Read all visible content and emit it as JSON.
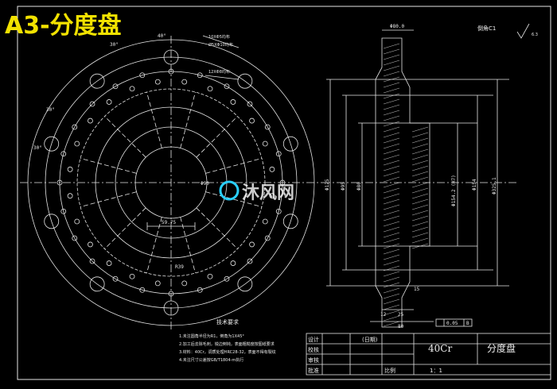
{
  "title": "A3-分度盘",
  "watermark": {
    "text": "沐风网"
  },
  "front_view": {
    "dims": {
      "top_left": "30°",
      "top_mid": "40°",
      "left_a": "30°",
      "left_b": "30°",
      "mid_center": "Φ90",
      "bottom": "59.75",
      "bottom_small": "R39"
    },
    "callouts": {
      "c1": "10XΦ5均布",
      "c2": "Ø5XΦ10均布",
      "c3": "12XΦ8均布"
    }
  },
  "section_view": {
    "chamfer": "倒角C1",
    "roughness": "6.3",
    "dims": {
      "top": "Φ80.0",
      "d1": "Φ125",
      "d2": "Φ95",
      "d3": "Φ154.2 (H7)",
      "d4": "Φ80",
      "d5": "Φ154",
      "d6": "Φ325.1",
      "bottom_total": "80",
      "b1": "12",
      "b2": "15",
      "b3": "25",
      "tol": "0.05",
      "datum": "B"
    }
  },
  "tech_req": {
    "heading": "技术要求",
    "items": [
      "1.未注圆角半径为R1，倒角为1X45°",
      "2.加工后去除毛刺，锐边倒钝，表面粗糙度按图纸要求",
      "3.材料：40Cr，调质处理HRC28-32，表面不得有裂纹",
      "4.未注尺寸公差按GB/T1804-m执行"
    ]
  },
  "title_block": {
    "r1": "设计",
    "r2": "校核",
    "r3": "审核",
    "r4": "批准",
    "date": "(日期)",
    "material": "40Cr",
    "part_name": "分度盘",
    "scale_label": "比例",
    "scale_value": "1：1"
  },
  "colors": {
    "line": "#e6e6e6",
    "title": "#f2e200",
    "accent_cyan": "#2ad0ff"
  }
}
